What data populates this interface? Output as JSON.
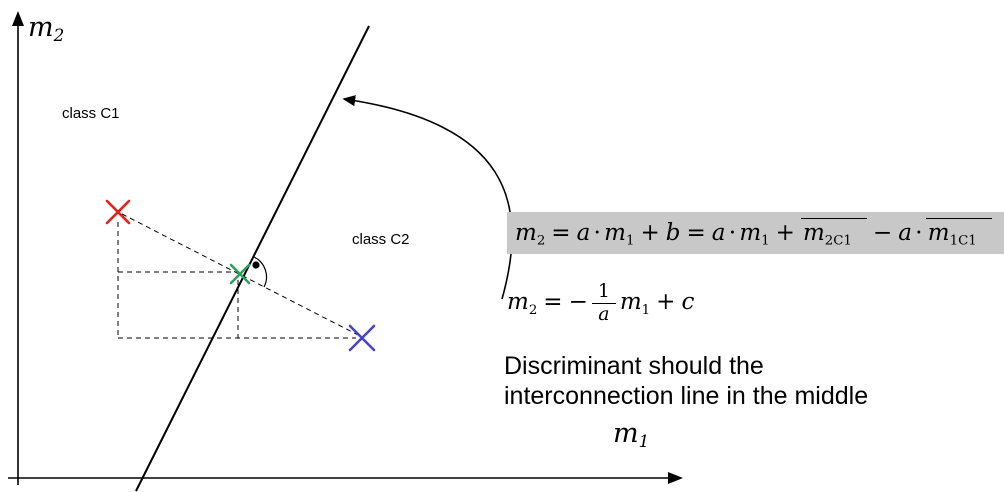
{
  "axis": {
    "y_var": "m",
    "y_sub": "2",
    "x_var": "m",
    "x_sub": "1"
  },
  "regions": {
    "c1_label": "class C1",
    "c2_label": "class C2"
  },
  "note": {
    "line1": "Discriminant should the",
    "line2": "interconnection line in the middle"
  },
  "formula_main": {
    "lhs_var": "m",
    "lhs_sub": "2",
    "eq1": "=",
    "a1": "a",
    "dot1": "⋅",
    "m1_var": "m",
    "m1_sub": "1",
    "plus1": "+",
    "b": "b",
    "eq2": "=",
    "a2": "a",
    "dot2": "⋅",
    "m2_var": "m",
    "m2_sub": "1",
    "plus2": "+",
    "mean_m2c1_var": "m",
    "mean_m2c1_sub": "2C1",
    "minus": "−",
    "a3": "a",
    "dot3": "⋅",
    "mean_m1c1_var": "m",
    "mean_m1c1_sub": "1C1"
  },
  "formula_perp": {
    "lhs_var": "m",
    "lhs_sub": "2",
    "eq": "=",
    "minus": "−",
    "num": "1",
    "den": "a",
    "m_var": "m",
    "m_sub": "1",
    "plus": "+",
    "c": "c"
  },
  "colors": {
    "c1_marker": "#e2231a",
    "c2_marker": "#4646c2",
    "mid_marker": "#2f9e5f",
    "formula_highlight": "#c8c8c8",
    "ink": "#000000"
  }
}
